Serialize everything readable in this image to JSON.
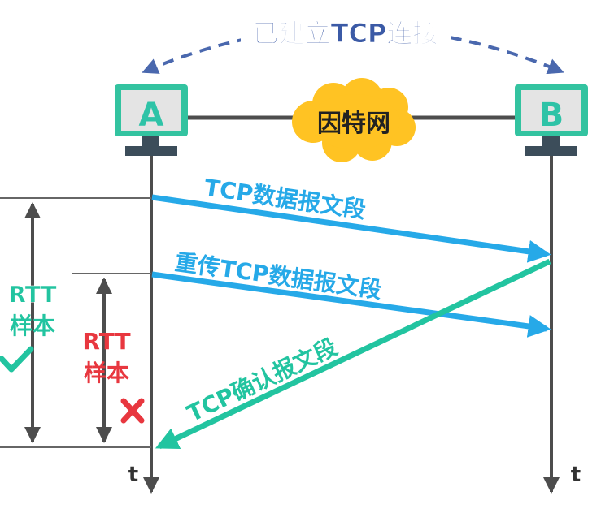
{
  "title": "已建立TCP连接",
  "network_label": "因特网",
  "hosts": {
    "a": {
      "label": "A"
    },
    "b": {
      "label": "B"
    }
  },
  "time_labels": {
    "a": "t",
    "b": "t"
  },
  "messages": {
    "data_segment": "TCP数据报文段",
    "retransmit_segment": "重传TCP数据报文段",
    "ack_segment": "TCP确认报文段"
  },
  "rtt_samples": {
    "valid": {
      "line1": "RTT",
      "line2": "样本",
      "status_icon": "check-icon"
    },
    "invalid": {
      "line1": "RTT",
      "line2": "样本",
      "status_icon": "cross-icon"
    }
  },
  "colors": {
    "title_text": "#3b5aa6",
    "dashed_arc": "#4a68ae",
    "host_frame": "#33c3a0",
    "host_screen": "#e4e4e4",
    "host_letter": "#2ec3a7",
    "host_stand": "#3c4d5a",
    "timeline": "#4d4d4d",
    "cloud_fill": "#ffc323",
    "data_arrow": "#26a9e8",
    "ack_arrow": "#22c4a0",
    "valid_sample": "#22c4a0",
    "invalid_sample": "#e8373f",
    "black_text": "#333333"
  }
}
